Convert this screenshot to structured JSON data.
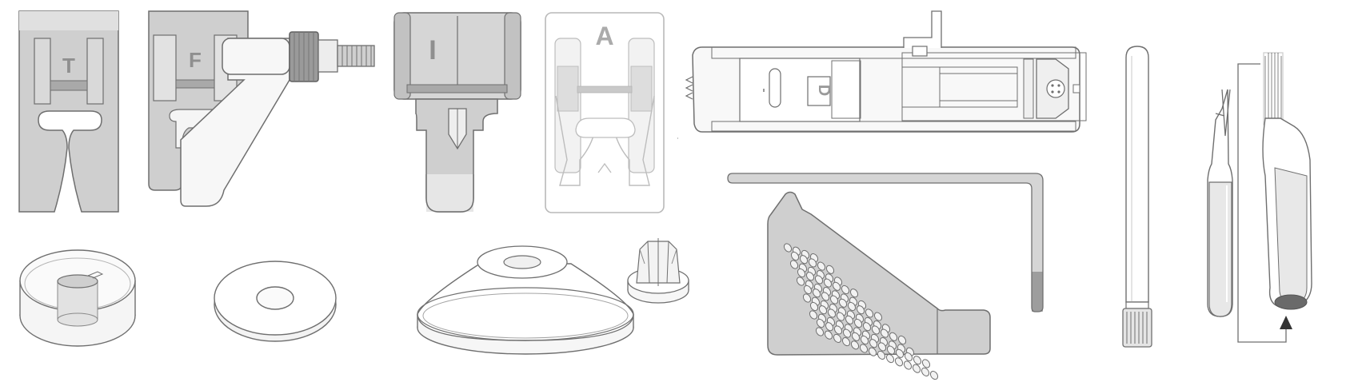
{
  "figure": {
    "background": "#ffffff",
    "colors": {
      "outline": "#6f6f6f",
      "fill_dark": "#cfcfcf",
      "fill_mid": "#e0e0e0",
      "fill_light": "#f4f4f4",
      "letter": "#8f8f8f"
    }
  },
  "feet": {
    "t_letter": "T",
    "f_letter": "F",
    "i_letter": "I",
    "a_letter": "A",
    "d_letter": "D"
  },
  "accessories": [
    {
      "icon": "presser-foot-t-icon"
    },
    {
      "icon": "presser-foot-f-icon"
    },
    {
      "icon": "presser-foot-i-icon"
    },
    {
      "icon": "presser-foot-a-icon"
    },
    {
      "icon": "buttonhole-foot-d-icon"
    },
    {
      "icon": "bobbin-icon"
    },
    {
      "icon": "felt-washer-icon"
    },
    {
      "icon": "large-spool-cap-icon"
    },
    {
      "icon": "small-spool-cap-icon"
    },
    {
      "icon": "allen-key-icon"
    },
    {
      "icon": "needle-plate-cover-icon"
    },
    {
      "icon": "spool-pin-icon"
    },
    {
      "icon": "seam-ripper-icon"
    },
    {
      "icon": "lint-brush-icon"
    }
  ]
}
